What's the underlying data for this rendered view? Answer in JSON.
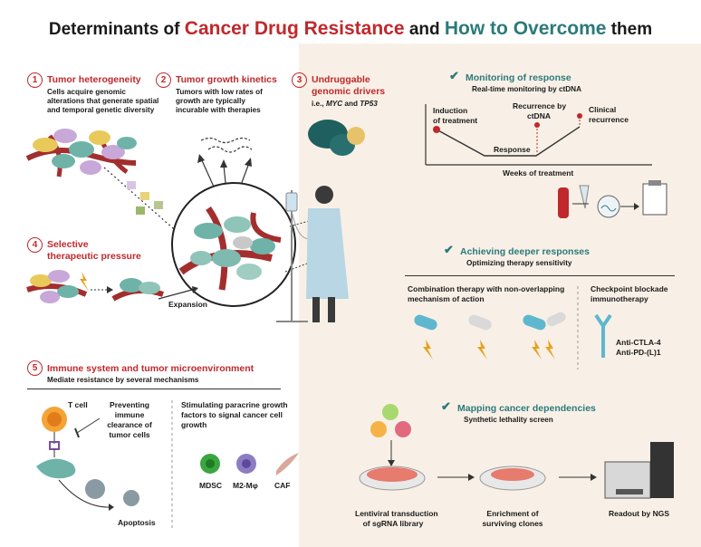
{
  "title": {
    "part1": "Determinants of ",
    "part2": "Cancer Drug Resistance",
    "part3": " and ",
    "part4": "How to Overcome",
    "part5": " them"
  },
  "left": {
    "s1": {
      "num": "1",
      "heading": "Tumor heterogeneity",
      "body1": "Cells acquire genomic",
      "body2": "alterations that generate spatial",
      "body3": "and temporal genetic diversity"
    },
    "s2": {
      "num": "2",
      "heading": "Tumor growth kinetics",
      "body1": "Tumors with low rates of",
      "body2": "growth are typically",
      "body3": "incurable with therapies"
    },
    "s3": {
      "num": "3",
      "heading1": "Undruggable",
      "heading2": "genomic drivers",
      "body_prefix": "i.e., ",
      "gene1": "MYC",
      "body_mid": " and ",
      "gene2": "TP53"
    },
    "s4": {
      "num": "4",
      "heading1": "Selective",
      "heading2": "therapeutic pressure",
      "expansion": "Expansion"
    },
    "s5": {
      "num": "5",
      "heading": "Immune system and tumor microenvironment",
      "subtitle": "Mediate resistance by several mechanisms",
      "tcell": "T cell",
      "prevent1": "Preventing",
      "prevent2": "immune",
      "prevent3": "clearance of",
      "prevent4": "tumor cells",
      "stim1": "Stimulating paracrine growth",
      "stim2": "factors to signal cancer cell",
      "stim3": "growth",
      "mdsc": "MDSC",
      "m2": "M2-Mφ",
      "caf": "CAF",
      "apoptosis": "Apoptosis"
    }
  },
  "right": {
    "monitoring": {
      "heading": "Monitoring of response",
      "subtitle": "Real-time monitoring by ctDNA",
      "induction1": "Induction",
      "induction2": "of treatment",
      "recurrence1": "Recurrence by",
      "recurrence2": "ctDNA",
      "clinical1": "Clinical",
      "clinical2": "recurrence",
      "response": "Response",
      "xaxis": "Weeks of treatment"
    },
    "deeper": {
      "heading": "Achieving deeper responses",
      "subtitle": "Optimizing therapy sensitivity",
      "combo1": "Combination therapy with non-overlapping",
      "combo2": "mechanism of action",
      "checkpoint1": "Checkpoint blockade",
      "checkpoint2": "immunotherapy",
      "ctla4": "Anti-CTLA-4",
      "pdl1": "Anti-PD-(L)1"
    },
    "mapping": {
      "heading": "Mapping cancer dependencies",
      "subtitle": "Synthetic lethality screen",
      "lenti1": "Lentiviral transduction",
      "lenti2": "of sgRNA library",
      "enrich1": "Enrichment of",
      "enrich2": "surviving clones",
      "readout": "Readout by NGS"
    }
  },
  "colors": {
    "red": "#c0282c",
    "teal": "#2c7a7b",
    "beige": "#f8f0e6",
    "tumor_teal": "#6fb3a8",
    "vessel": "#a32e2e"
  }
}
